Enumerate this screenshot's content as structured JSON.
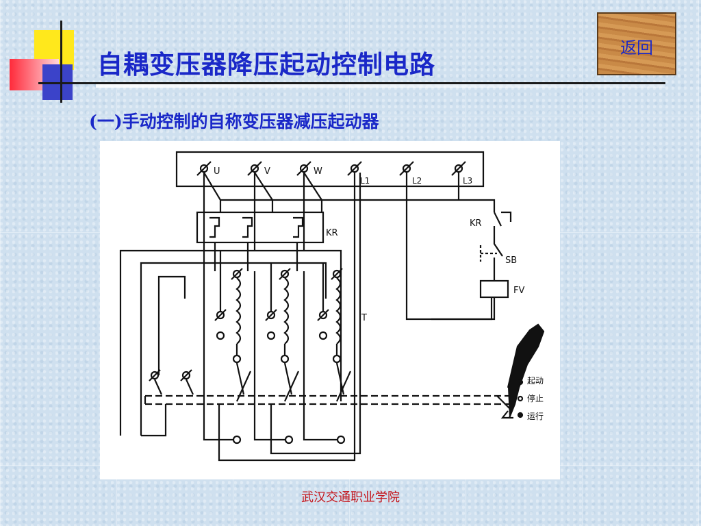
{
  "title": "自耦变压器降压起动控制电路",
  "subtitle": "(一)手动控制的自称变压器减压起动器",
  "back_button": "返回",
  "footer": "武汉交通职业学院",
  "diagram": {
    "terminals": [
      "U",
      "V",
      "W",
      "L1",
      "L2",
      "L3"
    ],
    "labels": {
      "relay": "KR",
      "switch": "SB",
      "coil": "FV",
      "transformer": "T",
      "handle_start": "起动",
      "handle_stop": "停止",
      "handle_run": "运行"
    }
  }
}
